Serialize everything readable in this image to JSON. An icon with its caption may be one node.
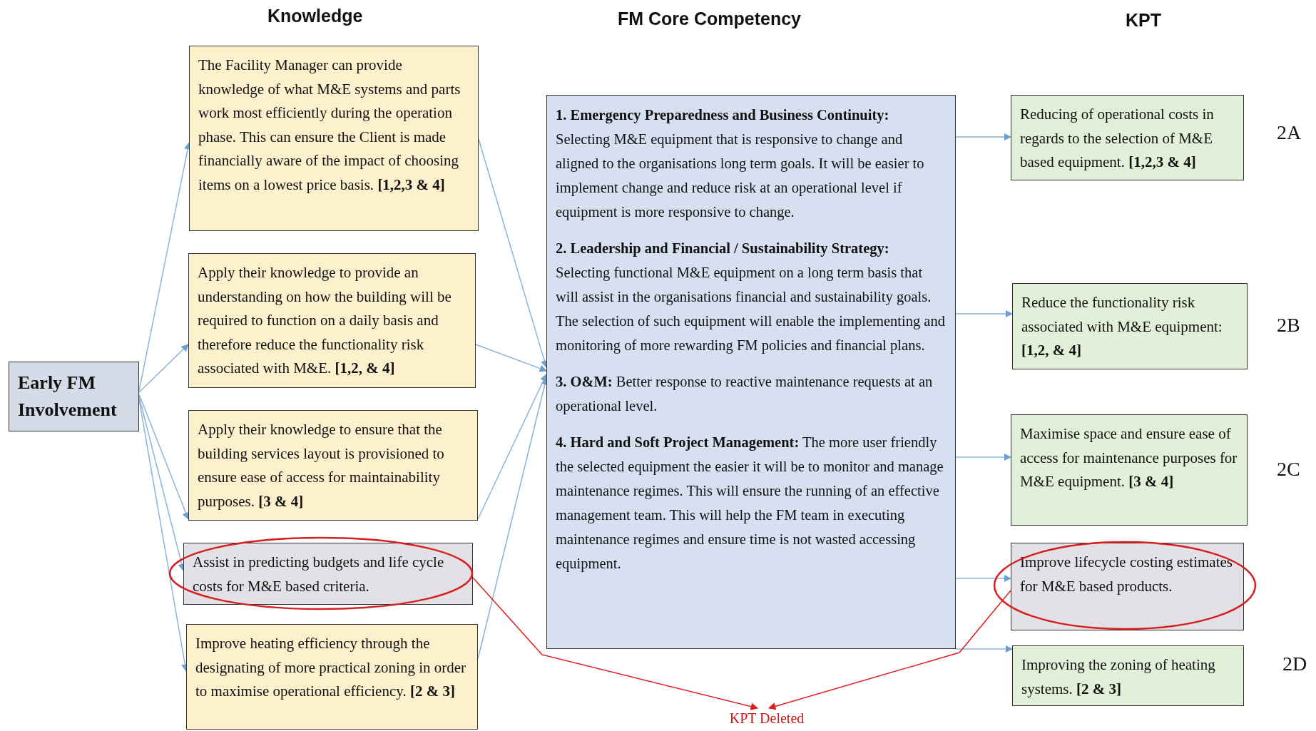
{
  "diagram": {
    "nodes": [
      {
        "text": [
          "Early FM Involvement"
        ]
      },
      {
        "text": [
          "The Facility Manager can provide knowledge of what M&E systems and parts work most efficiently during the operation phase. This can ensure the Client is made financially aware of the impact of choosing items on a lowest price basis. **[1,2,3 & 4]**"
        ]
      },
      {
        "text": [
          "Apply their knowledge to provide an understanding on how the building will be required to function on a daily basis and therefore reduce the functionality risk associated with M&E. **[1,2, & 4]**"
        ]
      },
      {
        "text": [
          "Apply their knowledge to ensure that the building services layout is provisioned to ensure ease of access for maintainability purposes. **[3 & 4]**"
        ]
      },
      {
        "text": [
          "Assist in predicting budgets and life cycle costs for M&E based criteria."
        ]
      },
      {
        "text": [
          "Improve heating efficiency through the designating of more practical zoning in order to maximise operational efficiency. **[2 & 3]**"
        ]
      },
      {
        "text": [
          "**1. Emergency Preparedness and Business Continuity:** Selecting M&E equipment that is responsive to change and aligned to the organisations long term goals. It will be easier to implement change and reduce risk at an operational level if equipment is more responsive to change.",
          "**2. Leadership and Financial / Sustainability Strategy:** Selecting functional M&E equipment on a long term basis that will assist in the organisations financial and sustainability goals. The selection of such equipment will enable the implementing and monitoring of more rewarding FM policies and financial plans.",
          "**3. O&M:** Better response to reactive maintenance requests at an operational level.",
          "**4. Hard and Soft Project Management:** The more user friendly the selected equipment  the easier it will be to monitor and manage maintenance regimes. This will ensure the running of an effective management team. This will help the FM team in executing maintenance regimes and ensure time is not wasted accessing equipment."
        ]
      },
      {
        "text": [
          "Reducing of operational costs in regards to the selection of M&E based equipment. **[1,2,3 & 4]**"
        ],
        "beside": [
          "2A"
        ]
      },
      {
        "text": [
          "Reduce the functionality risk associated with M&E equipment: **[1,2, & 4]**"
        ],
        "beside": [
          "2B"
        ]
      },
      {
        "text": [
          "Maximise space and ensure ease of access for maintenance purposes for M&E equipment. **[3 & 4]**"
        ],
        "beside": [
          "2C"
        ]
      },
      {
        "text": [
          "Improve lifecycle costing estimates for M&E  based products."
        ]
      },
      {
        "text": [
          "Improving the zoning of heating systems. **[2 & 3]**"
        ],
        "beside": [
          "2D"
        ]
      },
      {
        "text": [
          "KPT Deleted"
        ]
      }
    ],
    "edges": [
      {
        "from": 0,
        "to": 1,
        "arrow": "to"
      },
      {
        "from": 0,
        "to": 2,
        "arrow": "to"
      },
      {
        "from": 0,
        "to": 3,
        "arrow": "to"
      },
      {
        "from": 0,
        "to": 4,
        "arrow": "to"
      },
      {
        "from": 0,
        "to": 5,
        "arrow": "to"
      },
      {
        "from": 1,
        "to": 6,
        "arrow": "to"
      },
      {
        "from": 2,
        "to": 6,
        "arrow": "to"
      },
      {
        "from": 3,
        "to": 6,
        "arrow": "to"
      },
      {
        "from": 5,
        "to": 6,
        "arrow": "to"
      },
      {
        "from": 6,
        "to": 7,
        "arrow": "to"
      },
      {
        "from": 6,
        "to": 8,
        "arrow": "to"
      },
      {
        "from": 6,
        "to": 9,
        "arrow": "to"
      },
      {
        "from": 6,
        "to": 10,
        "arrow": "to"
      },
      {
        "from": 6,
        "to": 11,
        "arrow": "to"
      },
      {
        "from": 4,
        "to": 12,
        "arrow": "to",
        "color": "#e02020"
      },
      {
        "from": 10,
        "to": 12,
        "arrow": "to",
        "color": "#e02020"
      }
    ],
    "labels": [
      "Knowledge",
      "FM Core Competency",
      "KPT"
    ]
  }
}
